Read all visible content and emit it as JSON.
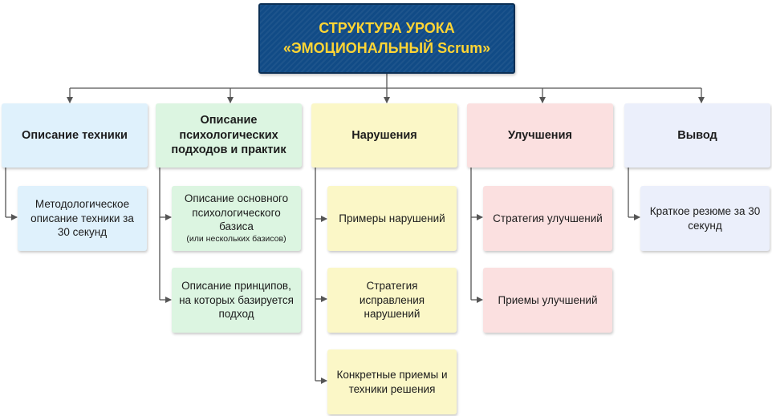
{
  "title": {
    "line1": "СТРУКТУРА УРОКА",
    "line2": "«ЭМОЦИОНАЛЬНЫЙ Scrum»"
  },
  "columns": [
    {
      "header": "Описание техники",
      "items": [
        "Методологическое описание техники за 30 секунд"
      ]
    },
    {
      "header": "Описание психологических подходов и практик",
      "items": [
        {
          "main": "Описание основного психологического базиса",
          "note": "(или нескольких базисов)"
        },
        "Описание принципов, на которых базируется подход"
      ]
    },
    {
      "header": "Нарушения",
      "items": [
        "Примеры нарушений",
        "Стратегия исправления нарушений",
        "Конкретные приемы и техники решения"
      ]
    },
    {
      "header": "Улучшения",
      "items": [
        "Стратегия улучшений",
        "Приемы улучшений"
      ]
    },
    {
      "header": "Вывод",
      "items": [
        "Краткое резюме за 30 секунд"
      ]
    }
  ],
  "colors": {
    "title_bg": "#114b86",
    "title_text": "#ffd534",
    "col1": "#dff1fc",
    "col2": "#dcf5e1",
    "col3": "#fbf7c7",
    "col4": "#fbe0e0",
    "col5": "#ebeffb",
    "connector": "#555555"
  }
}
